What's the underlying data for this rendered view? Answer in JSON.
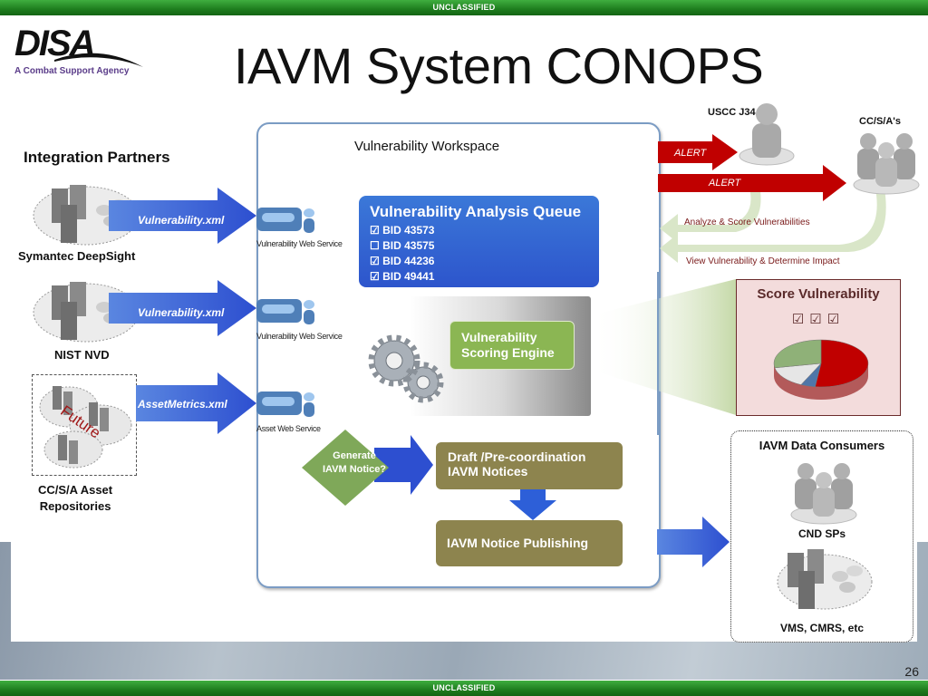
{
  "classification": {
    "top": "UNCLASSIFIED",
    "bottom": "UNCLASSIFIED"
  },
  "logo": {
    "name": "DISA",
    "tagline": "A Combat Support Agency"
  },
  "title": "IAVM System CONOPS",
  "page_number": "26",
  "integration_partners": {
    "heading": "Integration Partners",
    "partners": [
      {
        "name": "Symantec DeepSight",
        "feed": "Vulnerability.xml",
        "service": "Vulnerability Web Service"
      },
      {
        "name": "NIST NVD",
        "feed": "Vulnerability.xml",
        "service": "Vulnerability Web Service"
      },
      {
        "name": "CC/S/A Asset Repositories",
        "name_line1": "CC/S/A Asset",
        "name_line2": "Repositories",
        "feed": "AssetMetrics.xml",
        "service": "Asset Web Service",
        "badge": "Future"
      }
    ]
  },
  "workspace": {
    "title": "Vulnerability Workspace",
    "queue": {
      "title": "Vulnerability Analysis Queue",
      "items": [
        {
          "id": "BID 43573",
          "checked": true
        },
        {
          "id": "BID 43575",
          "checked": false
        },
        {
          "id": "BID 44236",
          "checked": true
        },
        {
          "id": "BID 49441",
          "checked": true
        }
      ]
    },
    "engine": {
      "line1": "Vulnerability",
      "line2": "Scoring Engine"
    },
    "decision": {
      "line1": "Generate",
      "line2": "IAVM Notice?"
    },
    "draft": {
      "line1": "Draft /Pre-coordination",
      "line2": "IAVM Notices"
    },
    "publishing": "IAVM Notice Publishing"
  },
  "alerts": {
    "uscc": "USCC J34",
    "ccsa": "CC/S/A's",
    "alert1": "ALERT",
    "alert2": "ALERT",
    "flow1": "Analyze  & Score Vulnerabilities",
    "flow2": "View Vulnerability & Determine Impact"
  },
  "score": {
    "title": "Score Vulnerability",
    "checks": "☑☑☑",
    "pie": [
      {
        "label": "red",
        "fraction": 0.52,
        "color": "#c00000"
      },
      {
        "label": "blue",
        "fraction": 0.05,
        "color": "#4f76a8"
      },
      {
        "label": "gray",
        "fraction": 0.15,
        "color": "#e6e6e6"
      },
      {
        "label": "green",
        "fraction": 0.28,
        "color": "#8fb178"
      }
    ]
  },
  "consumers": {
    "title": "IAVM Data Consumers",
    "groups": [
      "CND SPs",
      "VMS, CMRS, etc"
    ]
  },
  "colors": {
    "banner_green": "#1e7d1e",
    "arrow_blue": "#2d5fd8",
    "alert_red": "#c00000",
    "engine_green": "#8bb653",
    "olive": "#8d844e",
    "queue_blue": "#2d55cc"
  }
}
